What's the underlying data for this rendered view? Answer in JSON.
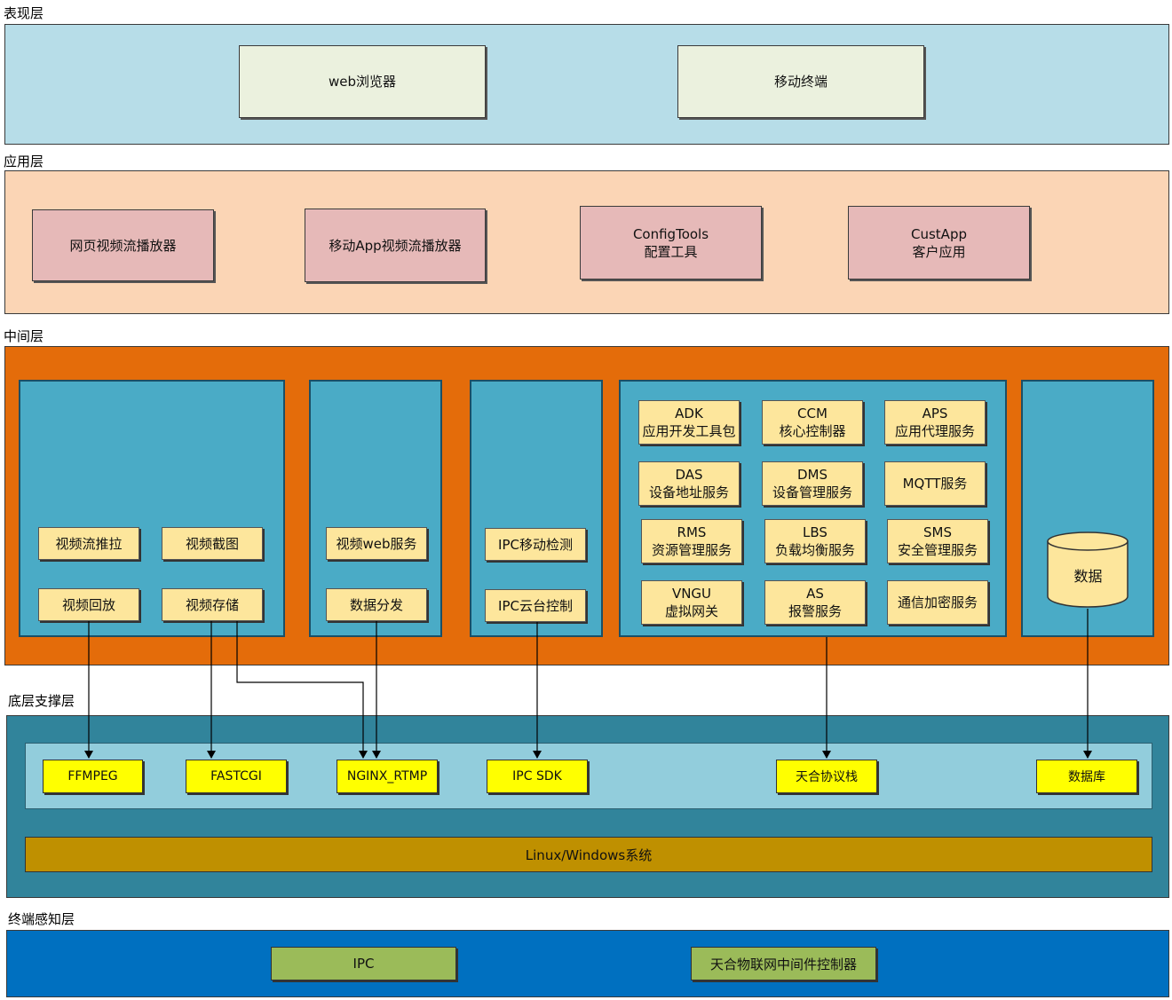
{
  "colors": {
    "presentation_bg": "#b7dde8",
    "application_bg": "#fbd5b5",
    "middleware_bg": "#e46c0a",
    "middleware_panel": "#4aabc6",
    "support_bg": "#31849b",
    "support_inner": "#92cddc",
    "os_bar": "#bf9000",
    "terminal_bg": "#0070c0",
    "browser_box": "#ebf1de",
    "app_box": "#e6b9b8",
    "service_box": "#fde69c",
    "library_box": "#ffff00",
    "device_box": "#9bbb59"
  },
  "layers": {
    "presentation": {
      "title": "表现层",
      "items": [
        "web浏览器",
        "移动终端"
      ]
    },
    "application": {
      "title": "应用层",
      "items": [
        {
          "line1": "网页视频流播放器",
          "line2": ""
        },
        {
          "line1": "移动App视频流播放器",
          "line2": ""
        },
        {
          "line1": "ConfigTools",
          "line2": "配置工具"
        },
        {
          "line1": "CustApp",
          "line2": "客户应用"
        }
      ]
    },
    "middleware": {
      "title": "中间层",
      "video": [
        "视频流推拉",
        "视频截图",
        "视频回放",
        "视频存储"
      ],
      "web": [
        "视频web服务",
        "数据分发"
      ],
      "ipc": [
        "IPC移动检测",
        "IPC云台控制"
      ],
      "services": [
        {
          "line1": "ADK",
          "line2": "应用开发工具包"
        },
        {
          "line1": "CCM",
          "line2": "核心控制器"
        },
        {
          "line1": "APS",
          "line2": "应用代理服务"
        },
        {
          "line1": "DAS",
          "line2": "设备地址服务"
        },
        {
          "line1": "DMS",
          "line2": "设备管理服务"
        },
        {
          "line1": "MQTT服务",
          "line2": ""
        },
        {
          "line1": "RMS",
          "line2": "资源管理服务"
        },
        {
          "line1": "LBS",
          "line2": "负载均衡服务"
        },
        {
          "line1": "SMS",
          "line2": "安全管理服务"
        },
        {
          "line1": "VNGU",
          "line2": "虚拟网关"
        },
        {
          "line1": "AS",
          "line2": "报警服务"
        },
        {
          "line1": "通信加密服务",
          "line2": ""
        }
      ],
      "data": "数据"
    },
    "support": {
      "title": "底层支撑层",
      "libs": [
        "FFMPEG",
        "FASTCGI",
        "NGINX_RTMP",
        "IPC SDK",
        "天合协议栈",
        "数据库"
      ],
      "os": "Linux/Windows系统"
    },
    "terminal": {
      "title": "终端感知层",
      "items": [
        "IPC",
        "天合物联网中间件控制器"
      ]
    }
  }
}
